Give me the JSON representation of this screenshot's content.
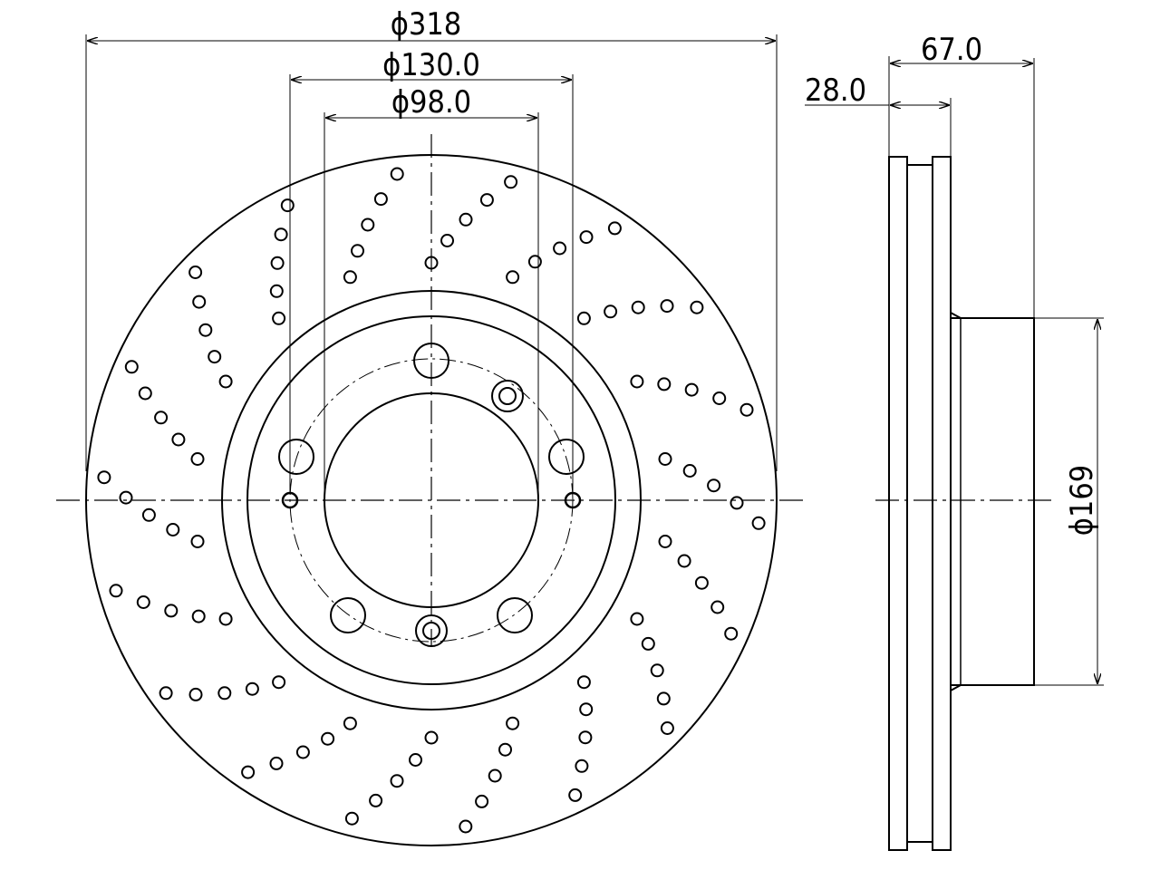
{
  "dimensions": {
    "outer_diameter": "ϕ318",
    "bolt_circle": "ϕ130.0",
    "center_bore": "ϕ98.0",
    "thickness": "28.0",
    "overall_height": "67.0",
    "hat_diameter": "ϕ169"
  },
  "colors": {
    "line": "#000000",
    "background": "#ffffff"
  }
}
